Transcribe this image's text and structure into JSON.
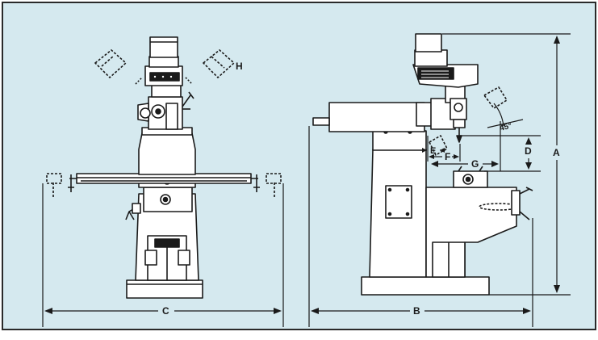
{
  "colors": {
    "background": "#d5e9ef",
    "border": "#2a2a2a",
    "line": "#1a1a1a",
    "fill": "#ffffff",
    "dark": "#1a1a1a"
  },
  "labels": {
    "a": "A",
    "b": "B",
    "c": "C",
    "d": "D",
    "e": "E",
    "f": "F",
    "g": "G",
    "h": "H",
    "angle": "45°"
  }
}
